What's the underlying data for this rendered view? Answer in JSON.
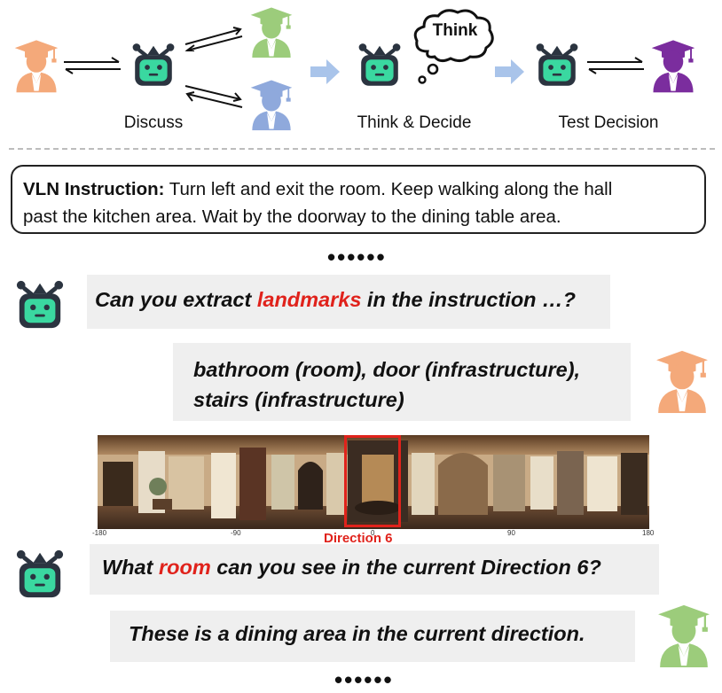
{
  "stages": {
    "discuss": "Discuss",
    "think": "Think & Decide",
    "test": "Test Decision",
    "cloud_text": "Think"
  },
  "instruction": {
    "label": "VLN Instruction:",
    "line1": " Turn left and exit the room. Keep walking along the hall",
    "line2": "past the kitchen area. Wait by the doorway to the dining table area."
  },
  "ellipsis": "••••••",
  "dialog": [
    {
      "pre": "Can you extract ",
      "highlight": "landmarks",
      "post": " in the instruction …?"
    },
    {
      "line1": "bathroom (room), door (infrastructure),",
      "line2": "stairs (infrastructure)"
    },
    {
      "pre": "What ",
      "highlight": "room",
      "post": " can you see in the current Direction 6?"
    },
    {
      "text": "These is a dining area in the current direction."
    }
  ],
  "panorama": {
    "ticks": [
      "-180",
      "-90",
      "0",
      "90",
      "180"
    ],
    "direction_label": "Direction 6"
  },
  "colors": {
    "expert_orange": "#f4a97a",
    "expert_green": "#9ccc7b",
    "expert_blue": "#8fa9dc",
    "expert_purple": "#7b2d9e",
    "robot_face": "#3ad8a0",
    "highlight_red": "#e0221b",
    "arrow_blue": "#a9c4ea"
  }
}
